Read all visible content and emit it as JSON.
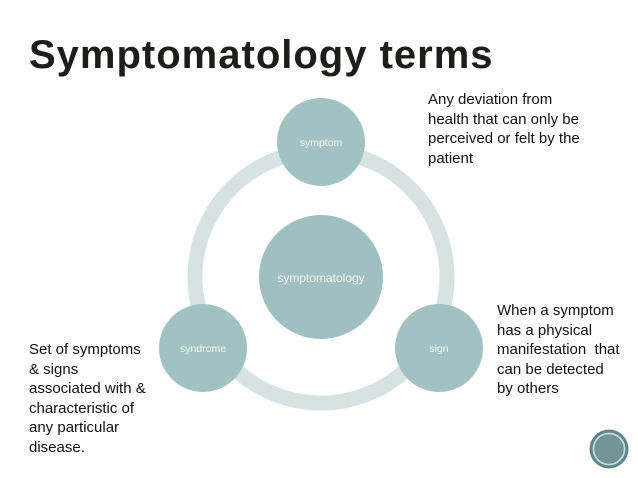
{
  "slide": {
    "title": "Symptomatology terms",
    "background_color": "#ffffff",
    "title_color": "#1d1d1b"
  },
  "diagram": {
    "type": "cycle",
    "center": {
      "label": "symptomatology"
    },
    "nodes": [
      {
        "id": "symptom",
        "label": "symptom",
        "position": "top"
      },
      {
        "id": "syndrome",
        "label": "syndrome",
        "position": "bottom-left"
      },
      {
        "id": "sign",
        "label": "sign",
        "position": "bottom-right"
      }
    ],
    "colors": {
      "circle_fill": "#a2c1c1",
      "center_fill": "#9fbfc0",
      "ring_stroke": "#d7e3e3",
      "label_text": "#f2f7f7"
    }
  },
  "annotations": {
    "symptom_note": "Any deviation from\nhealth that can only be\nperceived or felt by the\npatient",
    "sign_note": "When a symptom\nhas a physical\nmanifestation  that\ncan be detected\nby others",
    "syndrome_note": "Set of symptoms\n& signs\nassociated with &\ncharacteristic of\nany particular\ndisease."
  },
  "badge": {
    "outer_color": "#5f8687",
    "ring_color": "#c9dcdc",
    "inner_color": "#739596"
  }
}
